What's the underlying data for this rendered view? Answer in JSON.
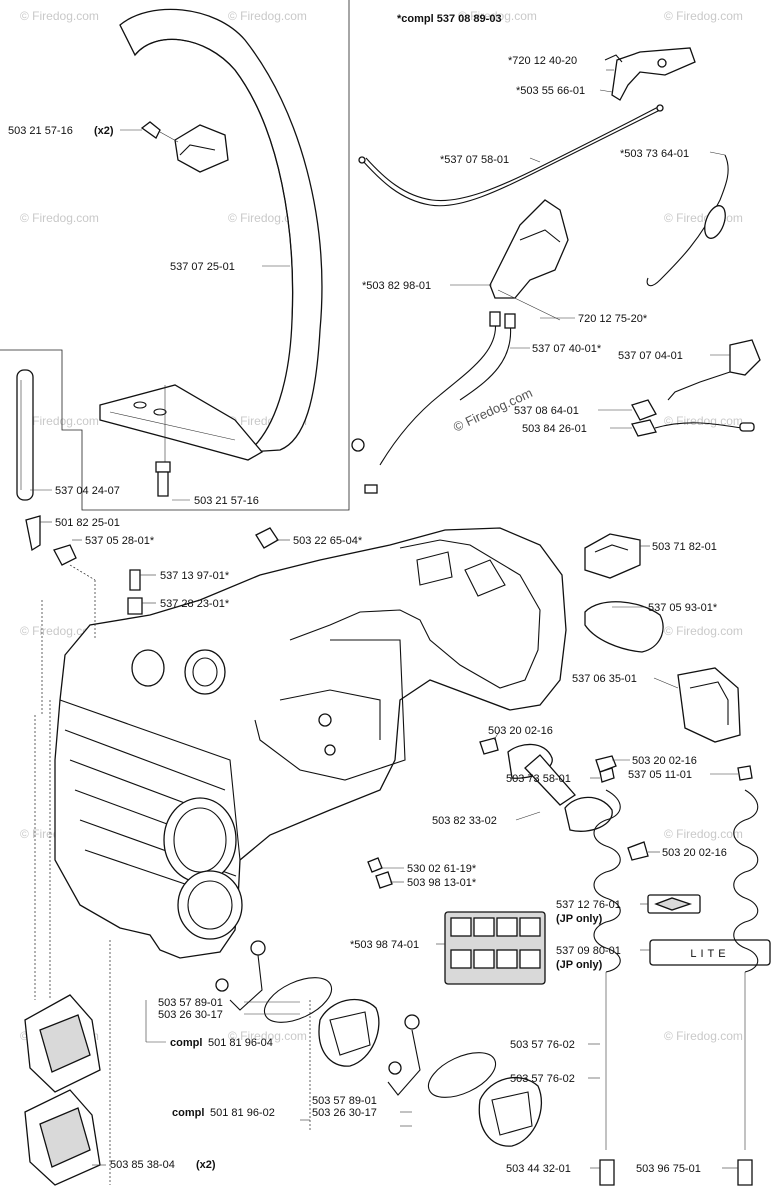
{
  "watermark": {
    "text": "© Firedog.com"
  },
  "header": {
    "kit_label": "*compl 537 08 89-03"
  },
  "labels": {
    "l_720124020": "*720 12 40-20",
    "l_503556601": "*503 55 66-01",
    "l_503215716_x2_num": "503 21 57-16",
    "l_503215716_x2_qty": "(x2)",
    "l_537075801": "*537 07 58-01",
    "l_503736401": "*503 73 64-01",
    "l_537072501": "537 07 25-01",
    "l_503829801": "*503 82 98-01",
    "l_720127520": "720 12 75-20*",
    "l_537074001": "537 07 40-01*",
    "l_537070401": "537 07 04-01",
    "l_537086401": "537 08 64-01",
    "l_503842601": "503 84 26-01",
    "l_537042407": "537 04 24-07",
    "l_503215716b": "503 21 57-16",
    "l_501822501": "501 82 25-01",
    "l_537052801": "537 05 28-01*",
    "l_503226504": "503 22 65-04*",
    "l_503718201": "503 71 82-01",
    "l_537139701": "537 13 97-01*",
    "l_537282301": "537 28 23-01*",
    "l_537059301": "537 05 93-01*",
    "l_537063501": "537 06 35-01",
    "l_503200216a": "503 20 02-16",
    "l_503200216b": "503 20 02-16",
    "l_503823302": "503 82 33-02",
    "l_503200216c": "503 20 02-16",
    "l_530026119": "530 02 61-19*",
    "l_503981301": "503 98 13-01*",
    "l_537127601_num": "537 12 76-01",
    "l_537127601_note": "(JP only)",
    "l_503987401": "*503 98 74-01",
    "l_537098001_num": "537 09 80-01",
    "l_537098001_note": "(JP only)",
    "l_503735801": "503 73 58-01",
    "l_537051101": "537 05 11-01",
    "l_503578901a": "503 57 89-01",
    "l_503263017a": "503 26 30-17",
    "l_compl501819604_word": "compl",
    "l_compl501819604_num": "501 81 96-04",
    "l_503577602a": "503 57 76-02",
    "l_503578901b": "503 57 89-01",
    "l_503263017b": "503 26 30-17",
    "l_compl501819602_word": "compl",
    "l_compl501819602_num": "501 81 96-02",
    "l_503577602b": "503 57 76-02",
    "l_503853804_num": "503 85 38-04",
    "l_503853804_qty": "(x2)",
    "l_503443201": "503 44 32-01",
    "l_503967501": "503 96 75-01"
  },
  "decal_text": {
    "lite": "LITE"
  }
}
